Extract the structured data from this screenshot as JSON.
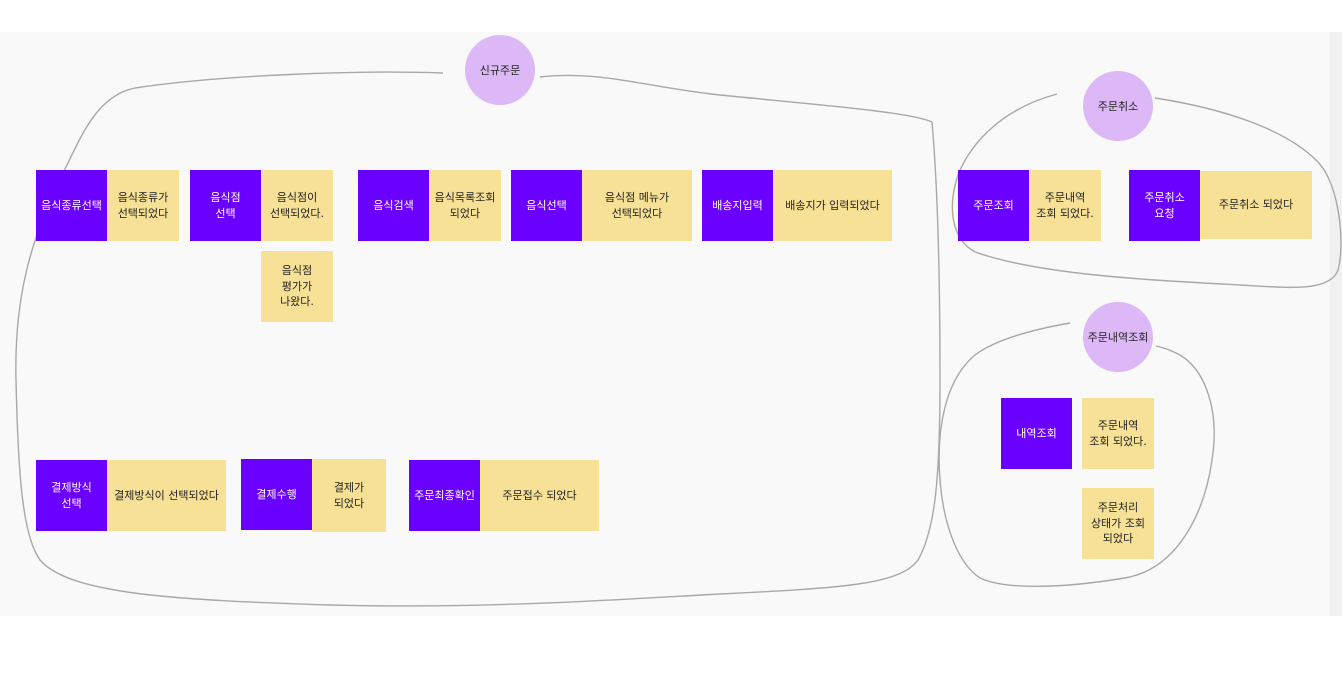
{
  "groups": {
    "new_order": "신규주문",
    "cancel_order": "주문취소",
    "order_history": "주문내역조회"
  },
  "notes": {
    "cmd_food_type": "음식종류선택",
    "evt_food_type": "음식종류가\n선택되었다",
    "cmd_restaurant": "음식점\n선택",
    "evt_restaurant": "음식점이\n선택되었다.",
    "evt_restaurant_rating": "음식점\n평가가\n나왔다.",
    "cmd_food_search": "음식검색",
    "evt_food_list": "음식목록조회\n되었다",
    "cmd_food_select": "음식선택",
    "evt_menu": "음식점 메뉴가\n선택되었다",
    "cmd_address": "배송지입력",
    "evt_address": "배송지가 입력되었다",
    "cmd_payment_method": "결제방식\n선택",
    "evt_payment_method": "결제방식이 선택되었다",
    "cmd_payment": "결제수행",
    "evt_payment": "결제가\n되었다",
    "cmd_order_confirm": "주문최종확인",
    "evt_order_received": "주문접수 되었다",
    "cmd_order_lookup": "주문조회",
    "evt_order_lookup": "주문내역\n조회 되었다.",
    "cmd_cancel_request": "주문취소\n요청",
    "evt_cancelled": "주문취소 되었다",
    "cmd_history_lookup": "내역조회",
    "evt_history_lookup": "주문내역\n조회 되었다.",
    "evt_status_lookup": "주문처리\n상태가 조회\n되었다"
  },
  "colors": {
    "command": "#6a00ff",
    "event": "#f7e196",
    "group_label": "#dcb8f7",
    "board": "#f9f9f9"
  }
}
